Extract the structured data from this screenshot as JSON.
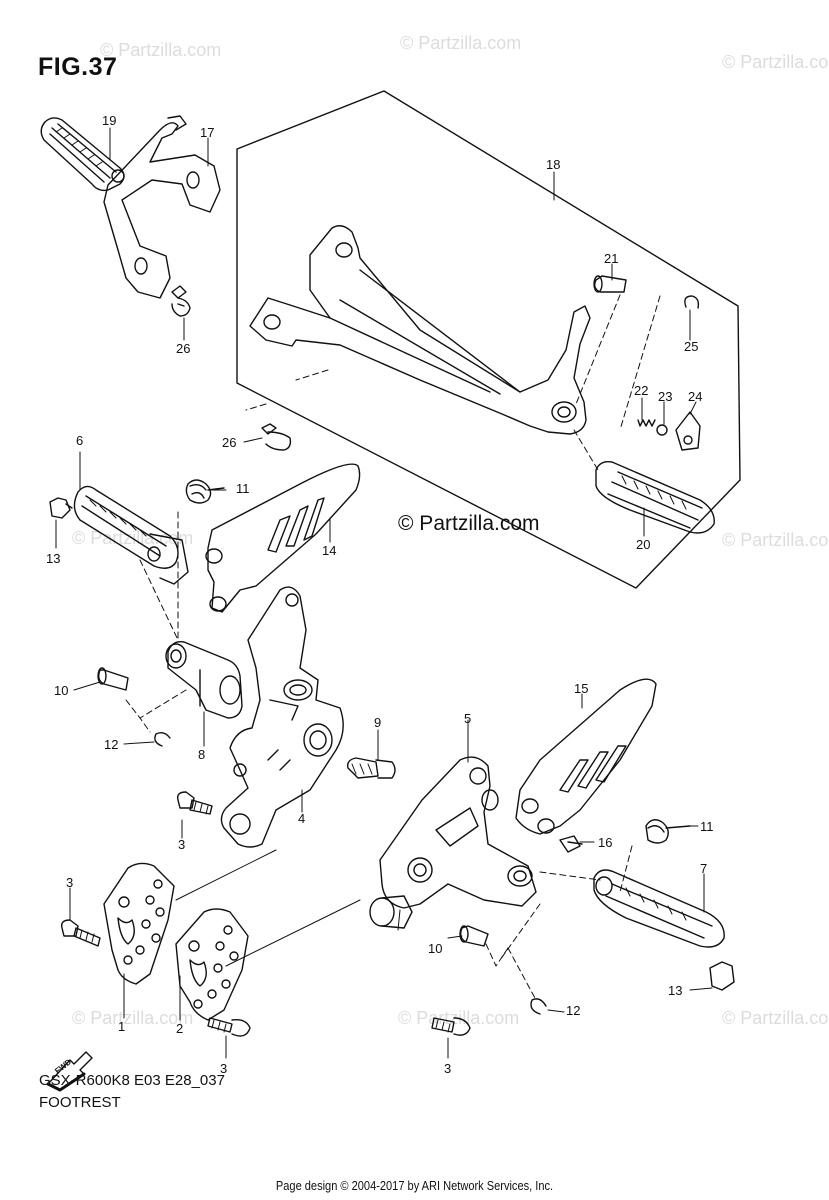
{
  "figure": {
    "title": "FIG.37",
    "model_code": "GSX-R600K8 E03 E28_037",
    "section_name": "FOOTREST",
    "copyright_center": "© Partzilla.com",
    "watermark_text": "© Partzilla.com",
    "footer": "Page design © 2004-2017 by ARI Network Services, Inc."
  },
  "callouts": [
    {
      "id": "c19",
      "label": "19"
    },
    {
      "id": "c17",
      "label": "17"
    },
    {
      "id": "c26a",
      "label": "26"
    },
    {
      "id": "c18",
      "label": "18"
    },
    {
      "id": "c21",
      "label": "21"
    },
    {
      "id": "c25",
      "label": "25"
    },
    {
      "id": "c22",
      "label": "22"
    },
    {
      "id": "c23",
      "label": "23"
    },
    {
      "id": "c24",
      "label": "24"
    },
    {
      "id": "c26b",
      "label": "26"
    },
    {
      "id": "c20",
      "label": "20"
    },
    {
      "id": "c6",
      "label": "6"
    },
    {
      "id": "c11a",
      "label": "11"
    },
    {
      "id": "c13a",
      "label": "13"
    },
    {
      "id": "c14",
      "label": "14"
    },
    {
      "id": "c10a",
      "label": "10"
    },
    {
      "id": "c12a",
      "label": "12"
    },
    {
      "id": "c8",
      "label": "8"
    },
    {
      "id": "c9",
      "label": "9"
    },
    {
      "id": "c5",
      "label": "5"
    },
    {
      "id": "c15",
      "label": "15"
    },
    {
      "id": "c3a",
      "label": "3"
    },
    {
      "id": "c4",
      "label": "4"
    },
    {
      "id": "c16",
      "label": "16"
    },
    {
      "id": "c11b",
      "label": "11"
    },
    {
      "id": "c7",
      "label": "7"
    },
    {
      "id": "c3b",
      "label": "3"
    },
    {
      "id": "c1",
      "label": "1"
    },
    {
      "id": "c2",
      "label": "2"
    },
    {
      "id": "c3c",
      "label": "3"
    },
    {
      "id": "c10b",
      "label": "10"
    },
    {
      "id": "c13b",
      "label": "13"
    },
    {
      "id": "c12b",
      "label": "12"
    },
    {
      "id": "c3d",
      "label": "3"
    }
  ],
  "fwd_arrow_label": "FWD"
}
